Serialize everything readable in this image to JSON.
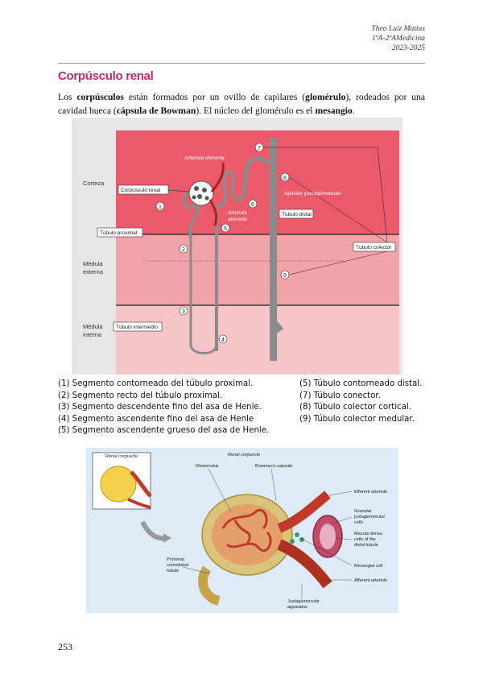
{
  "header": {
    "author": "Theo Luiz Matias",
    "course": "1ºA-2ºAMedicina",
    "years": "2023-2025"
  },
  "section": {
    "title": "Corpúsculo renal"
  },
  "intro": {
    "t1": "Los ",
    "b1": "corpúsculos",
    "t2": " están formados por un ovillo de capilares (",
    "b2": "glomérulo",
    "t3": "), rodeados por una cavidad hueca (",
    "b3": "cápsula de Bowman",
    "t4": "). El núcleo del glomérulo es el ",
    "b4": "mesangio",
    "t5": "."
  },
  "figure1": {
    "zones": {
      "corteza": "Corteza",
      "medula_externa_1": "Médula",
      "medula_externa_2": "externa",
      "medula_interna_1": "Médula",
      "medula_interna_2": "interna"
    },
    "labels": {
      "arteriola_eferente": "Arteriola eferente",
      "corpusculo_renal": "Corpúsculo renal",
      "aparato_yuxtaglomerular": "Aparato yuxtaglomerular",
      "arteriola_aferente_1": "Arteriola",
      "arteriola_aferente_2": "aferente",
      "tubulo_distal": "Túbulo distal",
      "tubulo_proximal": "Túbulo proximal",
      "tubulo_colector": "Túbulo colector",
      "tubulo_intermedio": "Túbulo intermedio"
    },
    "numbers": [
      "1",
      "2",
      "3",
      "4",
      "5",
      "6",
      "7",
      "8",
      "9"
    ]
  },
  "legend": {
    "left": [
      "(1)  Segmento contorneado del túbulo proximal.",
      "(2)  Segmento recto del túbulo proximal.",
      "(3)  Segmento descendente fino del asa de Henle.",
      "(4)  Segmento ascendente fino del asa de Henle",
      "(5)  Segmento ascendente grueso del asa de Henle."
    ],
    "right": [
      "(5)  Túbulo contorneado distal.",
      "(7)  Túbulo conector.",
      "(8)  Túbulo colector cortical.",
      "(9)  Túbulo colector medular."
    ]
  },
  "figure2": {
    "labels": {
      "renal_corpuscle_inset": "Renal corpuscle",
      "renal_corpuscle": "Renal corpuscle",
      "glomerulus": "Glomerulus",
      "bowmans_capsule": "Bowman's capsule",
      "efferent_arteriole": "Efferent arteriole",
      "granular_1": "Granular",
      "granular_2": "juxtaglomerular",
      "granular_3": "cells",
      "macula_1": "Macula densa",
      "macula_2": "cells of the",
      "macula_3": "distal tubule",
      "mesangial": "Mesangial cell",
      "afferent_arteriole": "Afferent arteriole",
      "proximal_1": "Proximal",
      "proximal_2": "convoluted",
      "proximal_3": "tubule",
      "juxta_1": "Juxtaglomerular",
      "juxta_2": "apparatus"
    }
  },
  "page": {
    "number": "253"
  },
  "colors": {
    "title": "#b0306a",
    "cortex": "#ea5a6a",
    "outer_medulla": "#f2a3aa",
    "inner_medulla": "#f6c5c8",
    "figure_bg": "#e6e6e6",
    "tubule": "#8b8b8b"
  }
}
